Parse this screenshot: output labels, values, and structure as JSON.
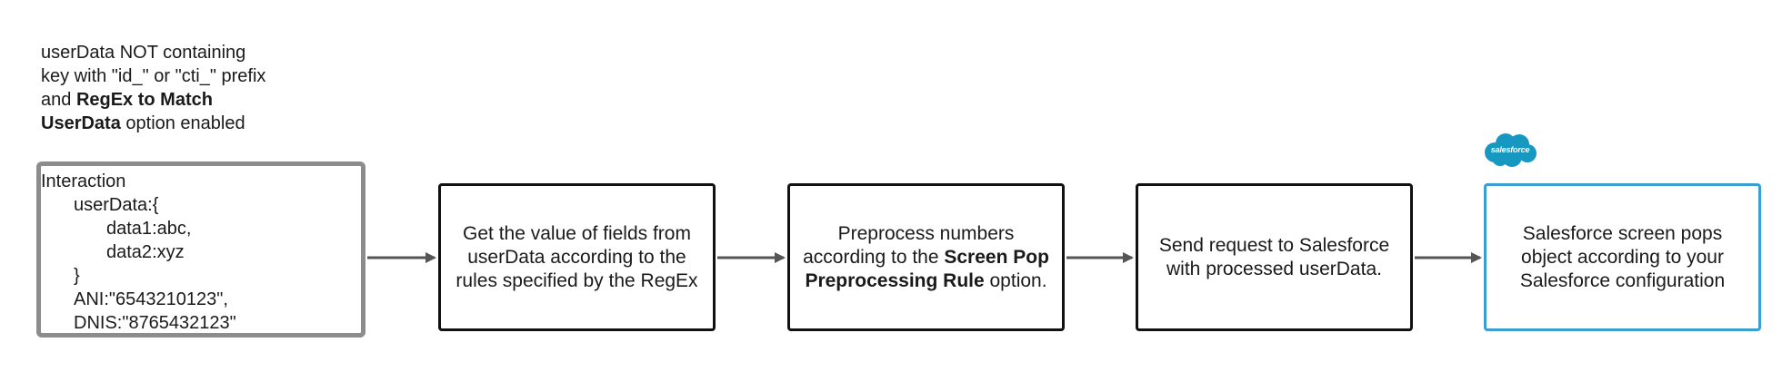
{
  "caption": {
    "line1": "userData NOT containing",
    "line2_pre": "key with \"",
    "line2_id": "id_",
    "line2_mid": "\" or \"cti_\" prefix",
    "line3_pre": "and ",
    "line3_bold": "RegEx to Match",
    "line4_bold": "UserData",
    "line4_post": " option enabled"
  },
  "interaction": {
    "title": "Interaction",
    "userdata_open": "userData:{",
    "data1_key": "data1",
    "data1_val": ":abc,",
    "data2_key": "data2",
    "data2_val": ":xyz",
    "userdata_close": "}",
    "ani": "ANI:\"6543210123\",",
    "dnis": "DNIS:\"8765432123\""
  },
  "steps": {
    "get_values": "Get the value of fields from userData according to the rules specified by the RegEx",
    "preprocess_pre": "Preprocess numbers according to the ",
    "preprocess_bold": "Screen Pop Preprocessing Rule",
    "preprocess_post": " option.",
    "send_request": "Send request to Salesforce with processed userData.",
    "salesforce_pop": "Salesforce screen pops object according to your Salesforce configuration"
  },
  "logo": {
    "text": "salesforce",
    "color": "#1798c1"
  },
  "colors": {
    "arrow": "#555555",
    "interaction_border": "#8c8c8c",
    "salesforce_border": "#3a9ed3"
  }
}
